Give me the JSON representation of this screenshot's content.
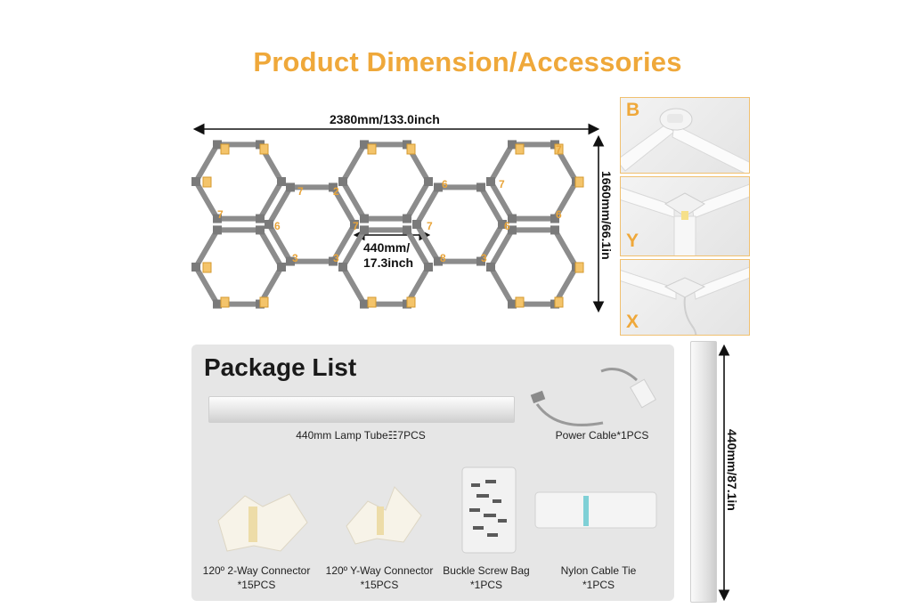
{
  "title": "Product Dimension/Accessories",
  "dimensions": {
    "width_label": "2380mm/133.0inch",
    "height_label": "1660mm/66.1in",
    "segment_label_line1": "440mm/",
    "segment_label_line2": "17.3inch",
    "tube_length_label": "440mm/87.1in"
  },
  "connectors": {
    "b_label": "B",
    "y_label": "Y",
    "x_label": "X"
  },
  "package": {
    "title": "Package List",
    "items": [
      {
        "name": "440mm Lamp Tube☷7PCS"
      },
      {
        "name": "Power Cable*1PCS"
      },
      {
        "name": "120º 2-Way Connector",
        "qty": "*15PCS"
      },
      {
        "name": "120º Y-Way Connector",
        "qty": "*15PCS"
      },
      {
        "name": "Buckle Screw Bag",
        "qty": "*1PCS"
      },
      {
        "name": "Nylon Cable Tie",
        "qty": "*1PCS"
      }
    ]
  },
  "connector_numbers": [
    "7",
    "2",
    "6",
    "7",
    "7",
    "7",
    "6",
    "7",
    "6",
    "6",
    "7",
    "3",
    "3",
    "8",
    "3"
  ],
  "colors": {
    "accent": "#efa83a",
    "frame": "#8c8c8c",
    "connector": "#f4c46a",
    "package_bg": "#e6e6e6"
  }
}
